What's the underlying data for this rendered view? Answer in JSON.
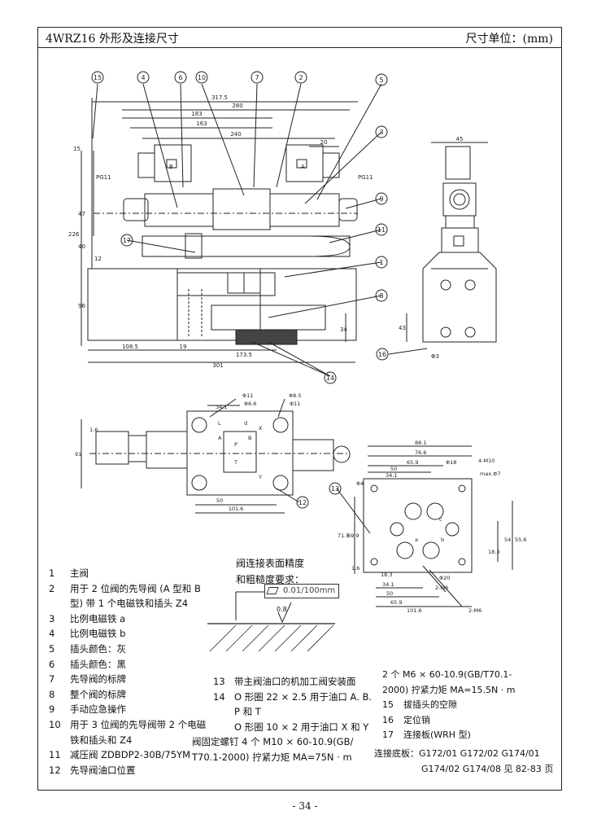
{
  "header": {
    "title": "4WRZ16 外形及连接尺寸",
    "units": "尺寸单位：(mm)"
  },
  "drawing": {
    "callouts": [
      "15",
      "4",
      "6",
      "10",
      "7",
      "2",
      "5",
      "3",
      "9",
      "11",
      "17",
      "1",
      "8",
      "14",
      "16",
      "13",
      "12"
    ],
    "dims_top": [
      "317.5",
      "280",
      "183",
      "163",
      "240",
      "20",
      "15",
      "PG11",
      "PG11",
      "A",
      "B",
      "47",
      "226",
      "40",
      "12",
      "96",
      "108.5",
      "19",
      "173.5",
      "301",
      "34",
      "45",
      "43",
      "Φ3"
    ],
    "dims_mid": [
      "34.1",
      "Φ11",
      "Φ6.6",
      "Φ8.5",
      "Φ11",
      "91",
      "1.6",
      "88.1",
      "76.6",
      "65.9",
      "50",
      "34.1",
      "Φ18",
      "4-M10",
      "max.Φ7",
      "Φ4",
      "Φ20",
      "2-M6",
      "2-M6",
      "101.6",
      "18.3",
      "34.1",
      "50",
      "65.9",
      "71.5",
      "69.9",
      "55.6",
      "54",
      "18.3",
      "1.6",
      "101.6",
      "50",
      "A",
      "B",
      "P",
      "T",
      "X",
      "Y",
      "L",
      "a",
      "b",
      "c",
      "d"
    ]
  },
  "finish": {
    "title_line1": "阀连接表面精度",
    "title_line2": "和粗糙度要求：",
    "flatness": "0.01/100mm",
    "roughness": "0.8"
  },
  "legend_left": [
    {
      "n": "1",
      "t": "主阀"
    },
    {
      "n": "2",
      "t": "用于 2 位阀的先导阀 (A 型和 B"
    },
    {
      "n": "",
      "t": "型) 带 1 个电磁铁和插头 Z4"
    },
    {
      "n": "3",
      "t": "比例电磁铁 a"
    },
    {
      "n": "4",
      "t": "比例电磁铁 b"
    },
    {
      "n": "5",
      "t": "插头颜色：灰"
    },
    {
      "n": "6",
      "t": "插头颜色：黑"
    },
    {
      "n": "7",
      "t": "先导阀的标牌"
    },
    {
      "n": "8",
      "t": "整个阀的标牌"
    },
    {
      "n": "9",
      "t": "手动应急操作"
    },
    {
      "n": "10",
      "t": "用于 3 位阀的先导阀带 2 个电磁"
    },
    {
      "n": "",
      "t": "铁和插头和 Z4"
    },
    {
      "n": "11",
      "t": "减压阀    ZDBDP2-30B/75YM"
    },
    {
      "n": "12",
      "t": "先导阀油口位置"
    }
  ],
  "legend_mid": [
    {
      "n": "13",
      "t": "带主阀油口的机加工阀安装面"
    },
    {
      "n": "14",
      "t": "O 形圈 22 × 2.5 用于油口 A. B."
    },
    {
      "n": "",
      "t": "P 和 T"
    },
    {
      "n": "",
      "t": "O 形圈 10 × 2 用于油口 X 和 Y"
    },
    {
      "n": "",
      "t": "阀固定螺钉 4 个 M10 × 60-10.9(GB/"
    },
    {
      "n": "",
      "t": "T70.1-2000) 拧紧力矩 MA=75N · m"
    }
  ],
  "legend_right": [
    {
      "n": "",
      "t": "2 个 M6 × 60-10.9(GB/T70.1-"
    },
    {
      "n": "",
      "t": "2000) 拧紧力矩 MA=15.5N · m"
    },
    {
      "n": "15",
      "t": "拔插头的空隙"
    },
    {
      "n": "16",
      "t": "定位销"
    },
    {
      "n": "17",
      "t": "连接板(WRH 型)"
    },
    {
      "n": "",
      "t": "连接底板：G172/01  G172/02  G174/01"
    },
    {
      "n": "",
      "t": "G174/02  G174/08  见 82-83 页"
    }
  ],
  "page_number": "- 34 -"
}
